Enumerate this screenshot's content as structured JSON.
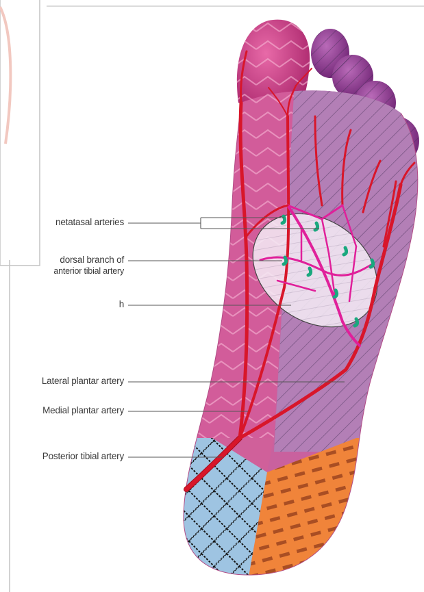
{
  "labels": {
    "metatarsal": "netatasal arteries",
    "dorsal_1": "dorsal branch of",
    "dorsal_2": "anterior tibial artery",
    "h": "h",
    "lateral": "Lateral plantar artery",
    "medial": "Medial plantar artery",
    "posterior": "Posterior tibial artery"
  },
  "colors": {
    "artery": "#d8162a",
    "artery_dark": "#a80c1d",
    "arch": "#e0209a",
    "marker": "#1aa87e",
    "toe_pink": "#c8307a",
    "toe_purple": "#8a2f8a",
    "sole_pink": "#c94a8a",
    "heel_blue": "#8fb8d8",
    "heel_orange": "#f07a2a"
  }
}
